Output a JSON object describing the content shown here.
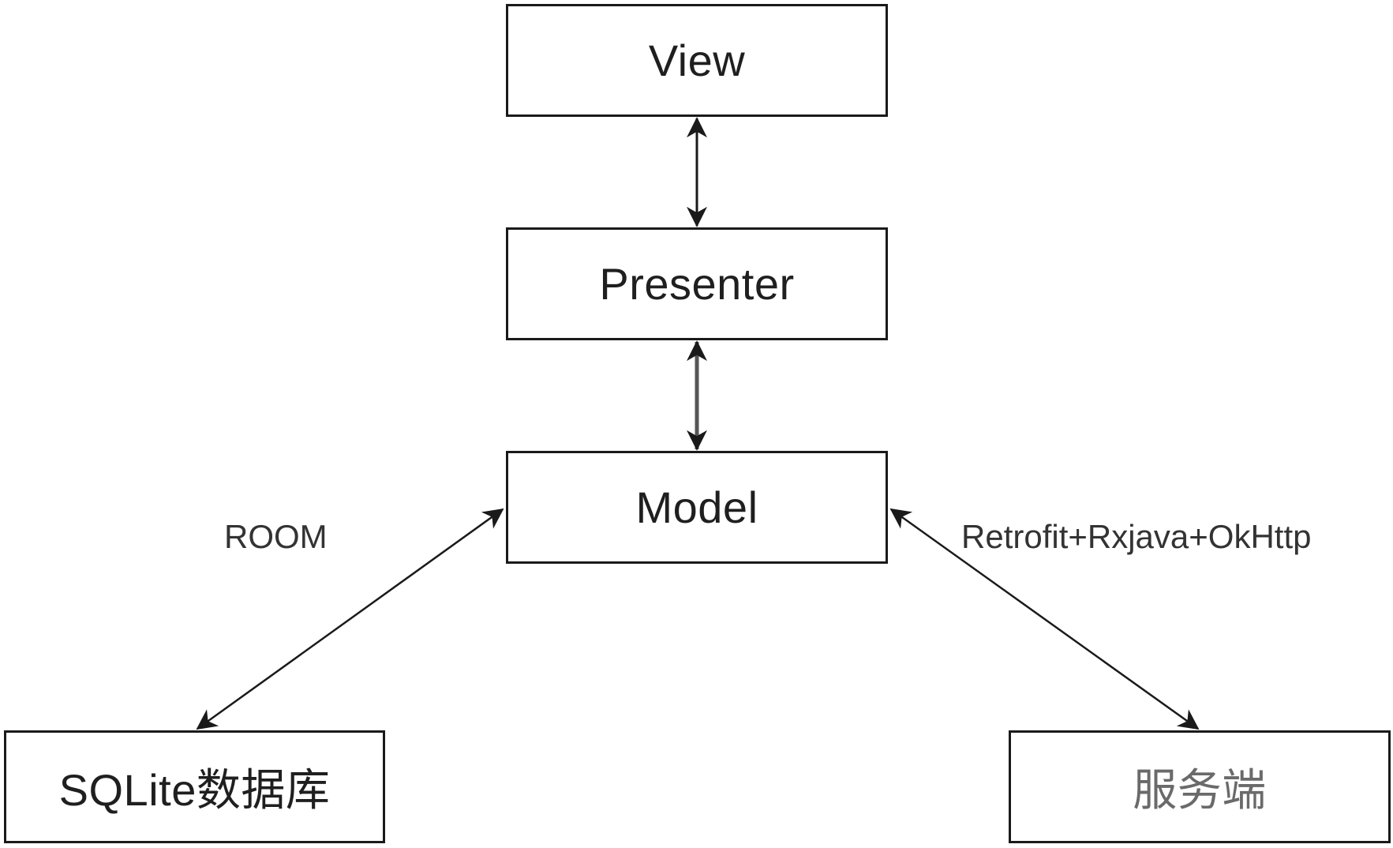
{
  "nodes": {
    "view": "View",
    "presenter": "Presenter",
    "model": "Model",
    "sqlite": "SQLite数据库",
    "server": "服务端"
  },
  "edges": {
    "room": "ROOM",
    "network": "Retrofit+Rxjava+OkHttp"
  },
  "colors": {
    "border": "#1a1a1a",
    "text": "#1f1f1f",
    "muted_text": "#6a6a6a",
    "arrow": "#1a1a1a"
  }
}
